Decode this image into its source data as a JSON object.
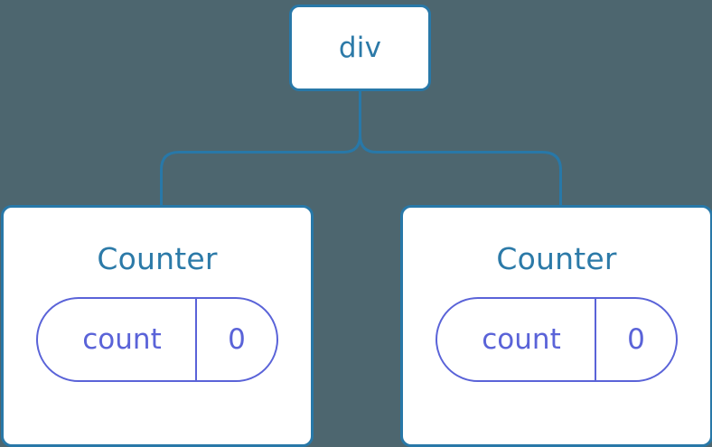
{
  "canvas": {
    "background_color": "#4d666f",
    "node_border_color": "#2878a8",
    "node_fill_color": "#ffffff",
    "node_title_color": "#2c7aa8",
    "state_color": "#5a63d8",
    "edge_color": "#2878a8"
  },
  "tree": {
    "root": {
      "label": "div"
    },
    "children": [
      {
        "label": "Counter",
        "state": {
          "key": "count",
          "value": "0"
        }
      },
      {
        "label": "Counter",
        "state": {
          "key": "count",
          "value": "0"
        }
      }
    ]
  }
}
